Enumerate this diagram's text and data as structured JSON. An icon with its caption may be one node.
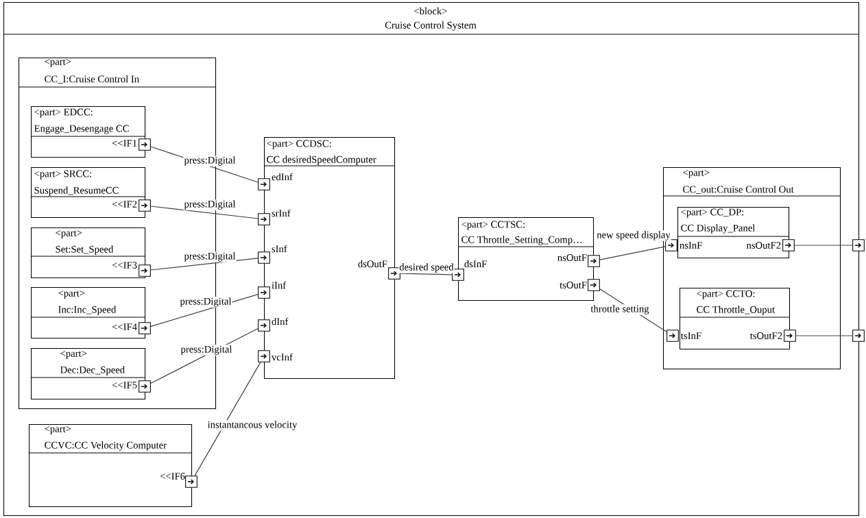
{
  "diagram": {
    "nodes": [
      {
        "text": [
          "<block>",
          "Cruise Control System"
        ]
      },
      {
        "text": [
          "<part>",
          "CC_I:Cruise Control In"
        ],
        "in": 0
      },
      {
        "text": [
          "<part>  EDCC:",
          "Engage_Desengage CC"
        ],
        "in": 1
      },
      {
        "text": [],
        "shape": "box",
        "beside": [
          "<<IF1"
        ],
        "in": 1
      },
      {
        "text": [
          "<part> SRCC:",
          "Suspend_ResumeCC"
        ],
        "in": 1
      },
      {
        "text": [],
        "shape": "box",
        "beside": [
          "<<IF2"
        ],
        "in": 1
      },
      {
        "text": [
          "<part>",
          "Set:Set_Speed"
        ],
        "in": 1
      },
      {
        "text": [],
        "shape": "box",
        "beside": [
          "<<IF3"
        ],
        "in": 1
      },
      {
        "text": [
          "<part>",
          "Inc:Inc_Speed"
        ],
        "in": 1
      },
      {
        "text": [],
        "shape": "box",
        "beside": [
          "<<IF4"
        ],
        "in": 1
      },
      {
        "text": [
          "<part>",
          "Dec:Dec_Speed"
        ],
        "in": 1
      },
      {
        "text": [],
        "shape": "box",
        "beside": [
          "<<IF5"
        ],
        "in": 1
      },
      {
        "text": [
          "<part>",
          "CCVC:CC Velocity Computer"
        ],
        "in": 0
      },
      {
        "text": [],
        "shape": "box",
        "beside": [
          "<<IF6"
        ],
        "in": 0
      },
      {
        "text": [
          "<part> CCDSC:",
          "CC desiredSpeedComputer"
        ],
        "in": 0
      },
      {
        "text": [],
        "shape": "box",
        "beside": [
          "edInf"
        ],
        "in": 0
      },
      {
        "text": [],
        "shape": "box",
        "beside": [
          "srInf"
        ],
        "in": 0
      },
      {
        "text": [],
        "shape": "box",
        "beside": [
          "sInf"
        ],
        "in": 0
      },
      {
        "text": [],
        "shape": "box",
        "beside": [
          "iInf"
        ],
        "in": 0
      },
      {
        "text": [],
        "shape": "box",
        "beside": [
          "dInf"
        ],
        "in": 0
      },
      {
        "text": [],
        "shape": "box",
        "beside": [
          "vcInf"
        ],
        "in": 0
      },
      {
        "text": [],
        "shape": "box",
        "beside": [
          "dsOutF"
        ],
        "in": 0
      },
      {
        "text": [
          "<part> CCTSC:",
          "CC Throttle_Setting_Comp…"
        ],
        "in": 0
      },
      {
        "text": [],
        "shape": "box",
        "beside": [
          "dsInF"
        ],
        "in": 0
      },
      {
        "text": [],
        "shape": "box",
        "beside": [
          "nsOutF"
        ],
        "in": 0
      },
      {
        "text": [],
        "shape": "box",
        "beside": [
          "tsOutF"
        ],
        "in": 0
      },
      {
        "text": [
          "<part>",
          "CC_out:Cruise Control Out"
        ],
        "in": 0
      },
      {
        "text": [
          "<part> CC_DP:",
          "CC Display_Panel"
        ],
        "in": 26
      },
      {
        "text": [],
        "shape": "box",
        "beside": [
          "nsInF"
        ],
        "in": 26
      },
      {
        "text": [],
        "shape": "box",
        "beside": [
          "nsOutF2"
        ],
        "in": 26
      },
      {
        "text": [
          "<part> CCTO:",
          "CC Throttle_Ouput"
        ],
        "in": 26
      },
      {
        "text": [],
        "shape": "box",
        "beside": [
          "tsInF"
        ],
        "in": 26
      },
      {
        "text": [],
        "shape": "box",
        "beside": [
          "tsOutF2"
        ],
        "in": 26
      },
      {
        "text": [],
        "shape": "box"
      },
      {
        "text": [],
        "shape": "box"
      }
    ],
    "edges": [
      {
        "from": 3,
        "to": 15,
        "arrow": "none",
        "label": "press:Digital"
      },
      {
        "from": 5,
        "to": 16,
        "arrow": "none",
        "label": "press:Digital"
      },
      {
        "from": 7,
        "to": 17,
        "arrow": "none",
        "label": "press:Digital"
      },
      {
        "from": 9,
        "to": 18,
        "arrow": "none",
        "label": "press:Digital"
      },
      {
        "from": 11,
        "to": 19,
        "arrow": "none",
        "label": "press:Digital"
      },
      {
        "from": 13,
        "to": 20,
        "arrow": "none",
        "label": "instantancous velocity"
      },
      {
        "from": 21,
        "to": 23,
        "arrow": "none",
        "label": "desired speed"
      },
      {
        "from": 24,
        "to": 28,
        "arrow": "none",
        "label": "new speed display"
      },
      {
        "from": 25,
        "to": 31,
        "arrow": "none",
        "label": "throttle setting"
      },
      {
        "from": 29,
        "to": 33,
        "arrow": "none"
      },
      {
        "from": 32,
        "to": 34,
        "arrow": "none"
      }
    ]
  }
}
